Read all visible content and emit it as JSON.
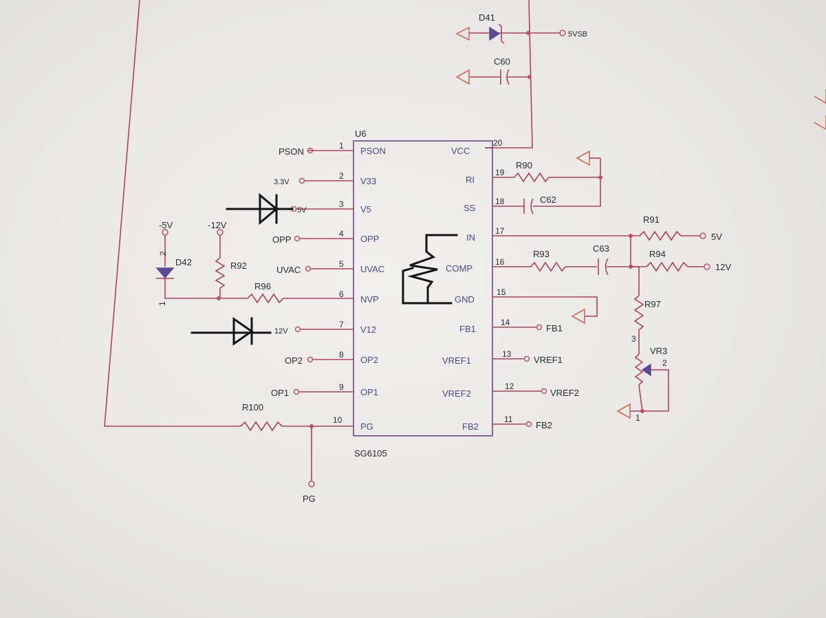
{
  "ic": {
    "designator": "U6",
    "part_number": "SG6105",
    "left_pins": [
      {
        "num": "1",
        "name": "PSON",
        "net": "PSON"
      },
      {
        "num": "2",
        "name": "V33",
        "net": "3.3V"
      },
      {
        "num": "3",
        "name": "V5",
        "net": "5V"
      },
      {
        "num": "4",
        "name": "OPP",
        "net": "OPP"
      },
      {
        "num": "5",
        "name": "UVAC",
        "net": "UVAC"
      },
      {
        "num": "6",
        "name": "NVP",
        "net": ""
      },
      {
        "num": "7",
        "name": "V12",
        "net": "12V"
      },
      {
        "num": "8",
        "name": "OP2",
        "net": "OP2"
      },
      {
        "num": "9",
        "name": "OP1",
        "net": "OP1"
      },
      {
        "num": "10",
        "name": "PG",
        "net": ""
      }
    ],
    "right_pins": [
      {
        "num": "20",
        "name": "VCC",
        "net": ""
      },
      {
        "num": "19",
        "name": "RI",
        "net": ""
      },
      {
        "num": "18",
        "name": "SS",
        "net": ""
      },
      {
        "num": "17",
        "name": "IN",
        "net": ""
      },
      {
        "num": "16",
        "name": "COMP",
        "net": ""
      },
      {
        "num": "15",
        "name": "GND",
        "net": ""
      },
      {
        "num": "14",
        "name": "FB1",
        "net": "FB1"
      },
      {
        "num": "13",
        "name": "VREF1",
        "net": "VREF1"
      },
      {
        "num": "12",
        "name": "VREF2",
        "net": "VREF2"
      },
      {
        "num": "11",
        "name": "FB2",
        "net": "FB2"
      }
    ]
  },
  "components": {
    "d41": "D41",
    "c60": "C60",
    "r90": "R90",
    "c62": "C62",
    "r91": "R91",
    "r93": "R93",
    "c63": "C63",
    "r94": "R94",
    "r97": "R97",
    "vr3": "VR3",
    "d42": "D42",
    "r92": "R92",
    "r96": "R96",
    "r100": "R100"
  },
  "nets": {
    "5vsb": "5VSB",
    "r91_5v": "5V",
    "r94_12v": "12V",
    "neg5v": "-5V",
    "neg12v": "-12V",
    "pg": "PG"
  },
  "pin_numbers": {
    "d42_top": "2",
    "d42_bottom": "1",
    "vr3_top": "3",
    "vr3_wiper": "2",
    "vr3_bottom": "1"
  },
  "colors": {
    "wire": "#b0405a",
    "ic_outline": "#7a5a86",
    "pin_text": "#4a4a8a",
    "ink_annotation": "#141414"
  }
}
